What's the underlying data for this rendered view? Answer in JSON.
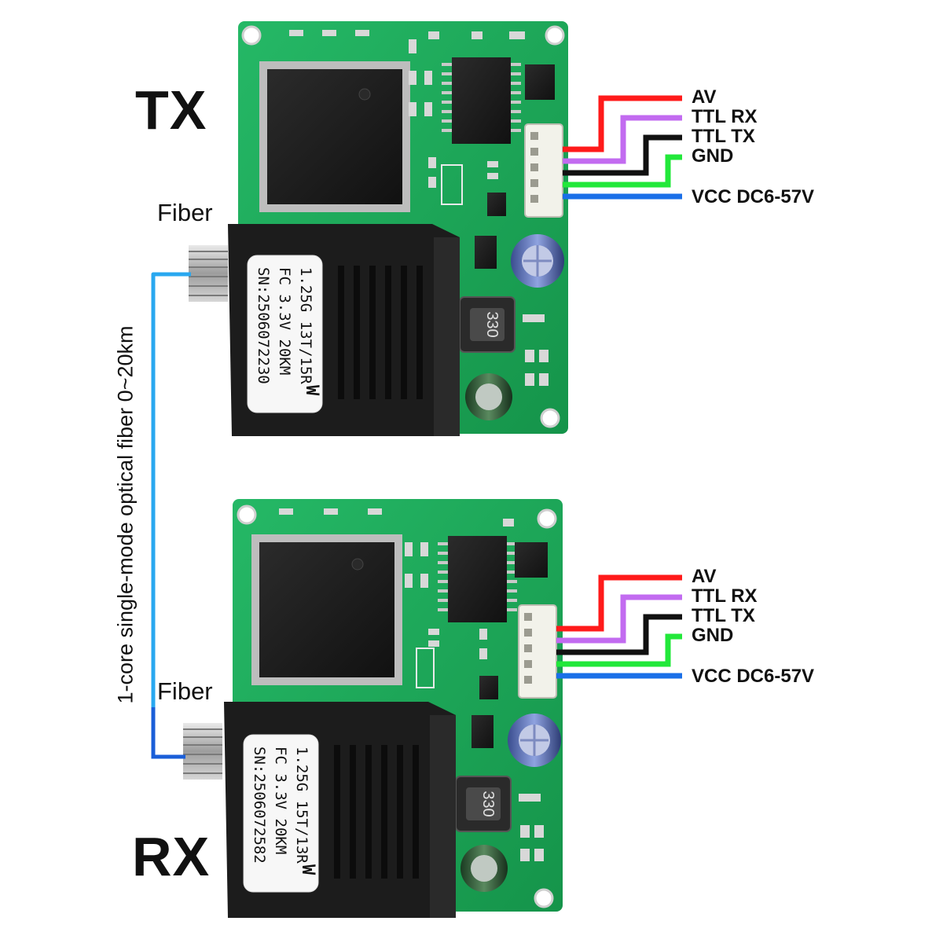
{
  "labels": {
    "top_board": "TX",
    "bottom_board": "RX",
    "fiber_top": "Fiber",
    "fiber_bottom": "Fiber",
    "fiber_caption": "1-core single-mode optical fiber 0~20km",
    "inductor": "330"
  },
  "tx_wires": [
    {
      "label": "AV",
      "color": "#ff1a1a"
    },
    {
      "label": "TTL RX",
      "color": "#c26bf0"
    },
    {
      "label": "TTL TX",
      "color": "#111111"
    },
    {
      "label": "GND",
      "color": "#22e83a"
    },
    {
      "label": "VCC DC6-57V",
      "color": "#1a6fe8"
    }
  ],
  "rx_wires": [
    {
      "label": "AV",
      "color": "#ff1a1a"
    },
    {
      "label": "TTL RX",
      "color": "#c26bf0"
    },
    {
      "label": "TTL TX",
      "color": "#111111"
    },
    {
      "label": "GND",
      "color": "#22e83a"
    },
    {
      "label": "VCC DC6-57V",
      "color": "#1a6fe8"
    }
  ],
  "tx_module": {
    "line1": "1.25G 13T/15R",
    "line2": "FC 3.3V 20KM",
    "line3": "SN:2506072230",
    "mark": "W"
  },
  "rx_module": {
    "line1": "1.25G 15T/13R",
    "line2": "FC 3.3V 20KM",
    "line3": "SN:2506072582",
    "mark": "W"
  },
  "colors": {
    "pcb": "#1faa5a",
    "pcb_dark": "#168a47",
    "fiber_cable": "#29a8f0",
    "module_body": "#1c1c1c"
  }
}
